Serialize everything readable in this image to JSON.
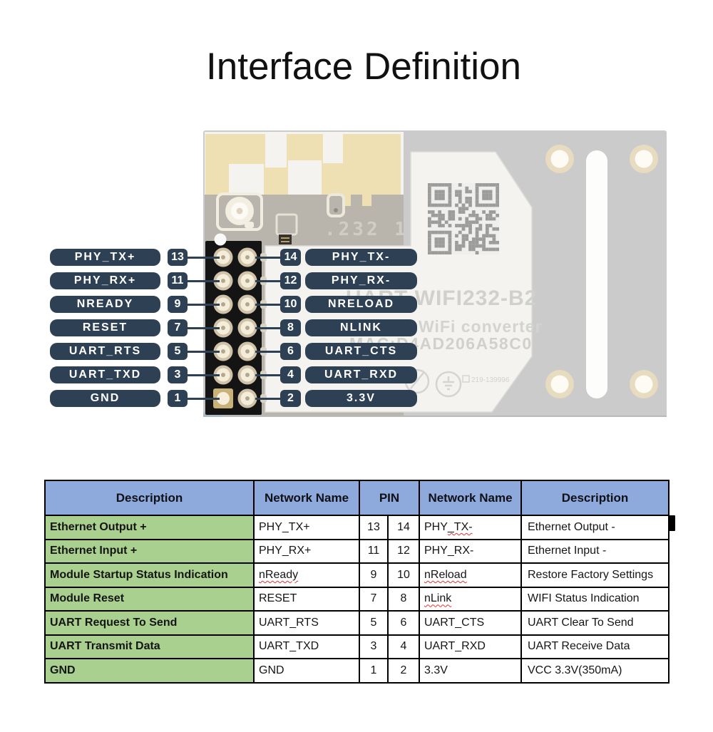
{
  "title": "Interface Definition",
  "module": {
    "marking": ".232 1",
    "shield_line1": "UART WIFI232-B2",
    "shield_line2": "WiFi converter",
    "shield_line3": "MAC:D4AD206A58C0",
    "cert_code": "219-139996"
  },
  "pinmap": {
    "left": [
      {
        "label": "PHY_TX+",
        "pin": "13"
      },
      {
        "label": "PHY_RX+",
        "pin": "11"
      },
      {
        "label": "NREADY",
        "pin": "9"
      },
      {
        "label": "RESET",
        "pin": "7"
      },
      {
        "label": "UART_RTS",
        "pin": "5"
      },
      {
        "label": "UART_TXD",
        "pin": "3"
      },
      {
        "label": "GND",
        "pin": "1"
      }
    ],
    "right": [
      {
        "pin": "14",
        "label": "PHY_TX-"
      },
      {
        "pin": "12",
        "label": "PHY_RX-"
      },
      {
        "pin": "10",
        "label": "NRELOAD"
      },
      {
        "pin": "8",
        "label": "NLINK"
      },
      {
        "pin": "6",
        "label": "UART_CTS"
      },
      {
        "pin": "4",
        "label": "UART_RXD"
      },
      {
        "pin": "2",
        "label": "3.3V"
      }
    ]
  },
  "table": {
    "headers": [
      "Description",
      "Network Name",
      "PIN",
      "Network Name",
      "Description"
    ],
    "rows": [
      {
        "desc_l": "Ethernet Output +",
        "net_l": "PHY_TX+",
        "pin_l": "13",
        "pin_r": "14",
        "net_r": "PHY_TX-",
        "wavy_part_r": "_TX-",
        "desc_r": "Ethernet Output -"
      },
      {
        "desc_l": "Ethernet Input +",
        "net_l": "PHY_RX+",
        "pin_l": "11",
        "pin_r": "12",
        "net_r": "PHY_RX-",
        "desc_r": "Ethernet Input -"
      },
      {
        "desc_l": "Module Startup Status Indication",
        "net_l": "nReady",
        "wavy_l": true,
        "pin_l": "9",
        "pin_r": "10",
        "net_r": "nReload",
        "wavy_r": true,
        "desc_r": "Restore Factory Settings"
      },
      {
        "desc_l": "Module Reset",
        "net_l": "RESET",
        "pin_l": "7",
        "pin_r": "8",
        "net_r": "nLink",
        "wavy_r": true,
        "desc_r": "WIFI Status Indication"
      },
      {
        "desc_l": "UART Request To Send",
        "net_l": "UART_RTS",
        "pin_l": "5",
        "pin_r": "6",
        "net_r": "UART_CTS",
        "desc_r": "UART Clear To Send"
      },
      {
        "desc_l": "UART Transmit Data",
        "net_l": "UART_TXD",
        "pin_l": "3",
        "pin_r": "4",
        "net_r": "UART_RXD",
        "desc_r": "UART Receive Data"
      },
      {
        "desc_l": "GND",
        "net_l": "GND",
        "pin_l": "1",
        "pin_r": "2",
        "net_r": "3.3V",
        "desc_r": "VCC 3.3V(350mA)"
      }
    ]
  },
  "colors": {
    "label_bg": "#2E4154",
    "header_blue": "#8EA9DB",
    "row_green": "#A9D08E"
  }
}
